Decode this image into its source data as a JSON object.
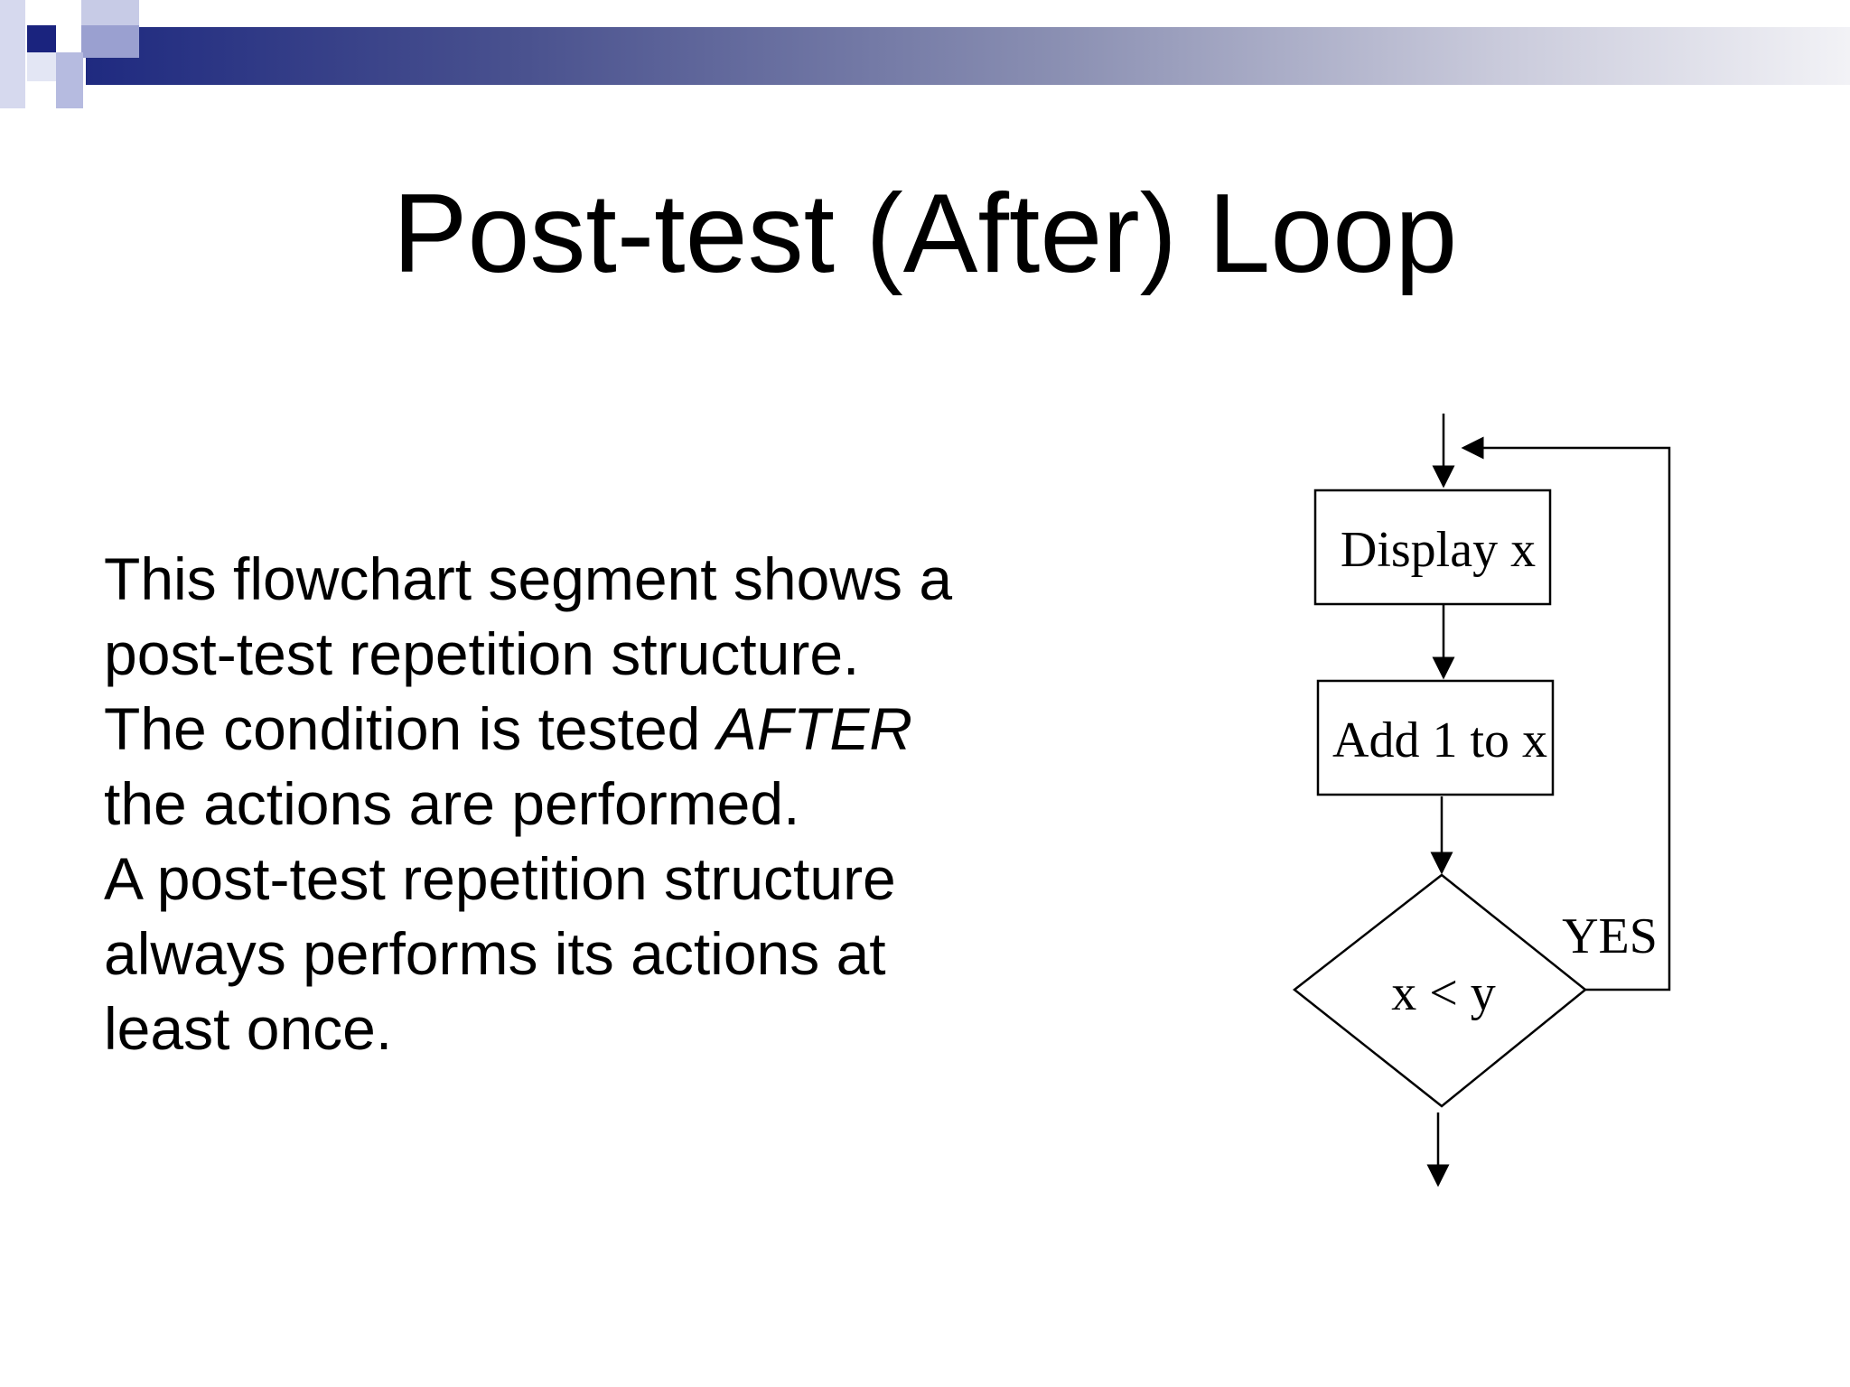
{
  "slide": {
    "title": "Post-test (After) Loop",
    "body_lines": {
      "l1": "This flowchart segment shows a",
      "l2": "post-test repetition structure.",
      "l3_prefix": "The condition is tested ",
      "l3_emph": "AFTER",
      "l4": "the actions are performed.",
      "l5": "A post-test repetition structure",
      "l6": "always performs its actions at",
      "l7": "least once."
    }
  },
  "flowchart": {
    "box1_label": "Display x",
    "box2_label": "Add 1 to x",
    "decision_label": "x < y",
    "yes_label": "YES"
  },
  "colors": {
    "header_dark": "#1f2a80",
    "header_light": "#f2f2f6",
    "text": "#000000"
  }
}
